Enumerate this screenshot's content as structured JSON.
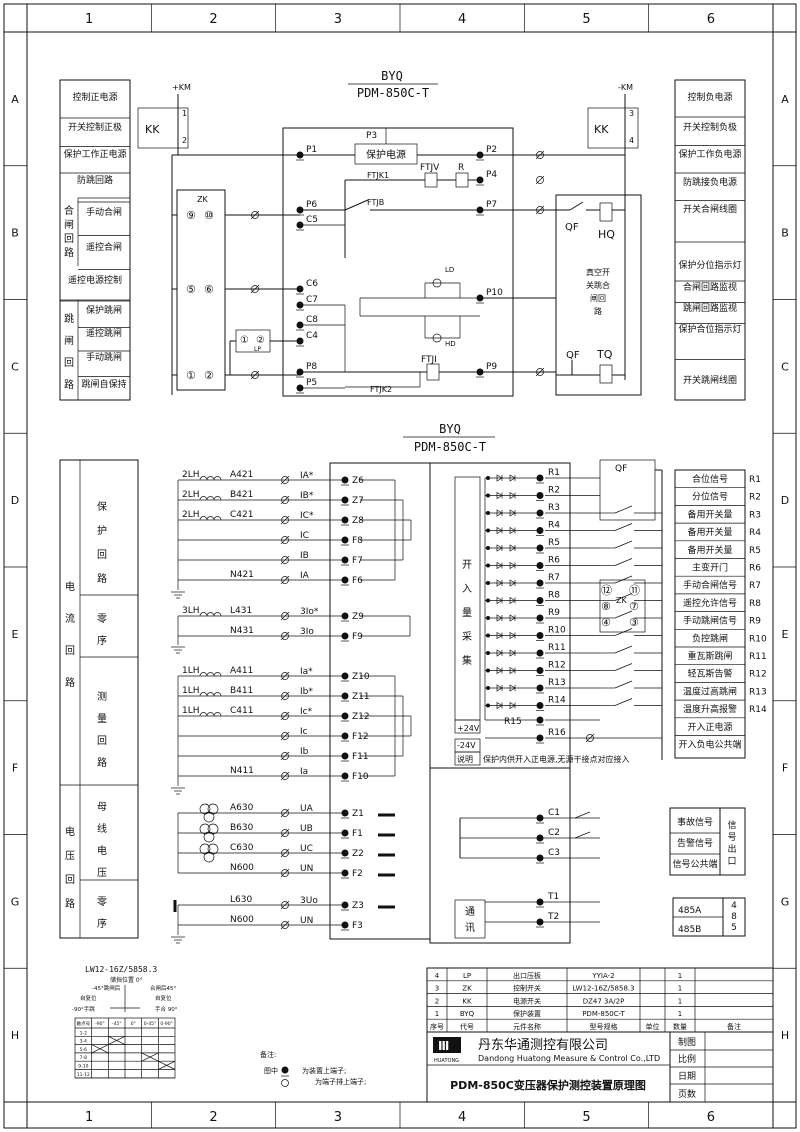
{
  "border": {
    "columns": [
      "1",
      "2",
      "3",
      "4",
      "5",
      "6"
    ],
    "rows": [
      "A",
      "B",
      "C",
      "D",
      "E",
      "F",
      "G",
      "H"
    ]
  },
  "dc": {
    "title": "BYQ",
    "model": "PDM-850C-T",
    "pos_label": "+KM",
    "neg_label": "-KM",
    "kk": "KK",
    "kk_pins_left": [
      "1",
      "2"
    ],
    "kk_pins_right": [
      "3",
      "4"
    ],
    "left_labels": [
      "控制正电源",
      "开关控制正极",
      "保护工作正电源",
      "防跳回路",
      "手动合闸",
      "遥控合闸",
      "遥控电源控制",
      "保护跳闸",
      "遥控跳闸",
      "手动跳闸",
      "跳闸自保持"
    ],
    "close_group": "合闸回路",
    "trip_group": "跳闸回路",
    "right_labels": [
      "控制负电源",
      "开关控制负极",
      "保护工作负电源",
      "防跳接负电源",
      "开关合闸线圈",
      "保护分位指示灯",
      "合闸回路监视",
      "跳闸回路监视",
      "保护合位指示灯",
      "开关跳闸线圈"
    ],
    "ports": [
      "P1",
      "P2",
      "P3",
      "P4",
      "P5",
      "P6",
      "P7",
      "P8",
      "P9",
      "P10",
      "C4",
      "C5",
      "C6",
      "C7",
      "C8"
    ],
    "power": "保护电源",
    "ftjv": "FTJV",
    "r": "R",
    "ftjk1": "FTJK1",
    "ftjb": "FTJB",
    "ftji": "FTJI",
    "ftjk2": "FTJK2",
    "zk": "ZK",
    "zk_contacts": [
      "⑨",
      "⑩",
      "⑤",
      "⑥",
      "①",
      "②"
    ],
    "lp": "LP",
    "lp_contacts": [
      "①",
      "②"
    ],
    "qf": "QF",
    "hq": "HQ",
    "tq": "TQ",
    "ld": "LD",
    "hd": "HD",
    "breaker_box": "真空开关跳合闸回路"
  },
  "ac": {
    "title": "BYQ",
    "model": "PDM-850C-T",
    "group_current": "电流回路",
    "group_voltage": "电压回路",
    "sub_protect": "保护回路",
    "sub_zero": "零序",
    "sub_measure": "测量回路",
    "sub_bus": "母线电压",
    "sub_zero_v": "零序",
    "ct_labels": [
      "2LH",
      "2LH",
      "2LH",
      "3LH",
      "1LH",
      "1LH",
      "1LH"
    ],
    "wires_protect": [
      "A421",
      "B421",
      "C421",
      "N421"
    ],
    "wires_zero": [
      "L431",
      "N431"
    ],
    "wires_measure": [
      "A411",
      "B411",
      "C411",
      "N411"
    ],
    "wires_bus": [
      "A630",
      "B630",
      "C630",
      "N600"
    ],
    "wires_zero_v": [
      "L630",
      "N600"
    ],
    "sig_protect": [
      "IA*",
      "IB*",
      "IC*",
      "IC",
      "IB",
      "IA"
    ],
    "sig_zero": [
      "3Io*",
      "3Io"
    ],
    "sig_measure": [
      "Ia*",
      "Ib*",
      "Ic*",
      "Ic",
      "Ib",
      "Ia"
    ],
    "sig_bus": [
      "UA",
      "UB",
      "UC",
      "UN"
    ],
    "sig_zero_v": [
      "3Uo",
      "UN"
    ],
    "term_protect": [
      "Z6",
      "Z7",
      "Z8",
      "F8",
      "F7",
      "F6"
    ],
    "term_zero": [
      "Z9",
      "F9"
    ],
    "term_measure": [
      "Z10",
      "Z11",
      "Z12",
      "F12",
      "F11",
      "F10"
    ],
    "term_bus": [
      "Z1",
      "F1",
      "Z2",
      "F2"
    ],
    "term_zero_v": [
      "Z3",
      "F3"
    ],
    "di_box": "开入量采集",
    "di_pos": "+24V",
    "di_neg": "-24V",
    "di_note_label": "说明",
    "di_note": "保护内供开入正电源,无源干接点对应接入",
    "di_terms": [
      "R1",
      "R2",
      "R3",
      "R4",
      "R5",
      "R6",
      "R7",
      "R8",
      "R9",
      "R10",
      "R11",
      "R12",
      "R13",
      "R14",
      "R15",
      "R16"
    ],
    "di_labels": [
      "合位信号",
      "分位信号",
      "备用开关量",
      "备用开关量",
      "备用开关量",
      "主变开门",
      "手动合闸信号",
      "遥控允许信号",
      "手动跳闸信号",
      "负控跳闸",
      "重瓦斯跳闸",
      "轻瓦斯告警",
      "温度过高跳闸",
      "温度升高报警",
      "开入正电源",
      "开入负电公共端"
    ],
    "di_right": [
      "R1",
      "R2",
      "R3",
      "R4",
      "R5",
      "R6",
      "R7",
      "R8",
      "R9",
      "R10",
      "R11",
      "R12",
      "R13",
      "R14"
    ],
    "qf": "QF",
    "zk": "ZK",
    "zk_contacts": [
      "⑫",
      "⑪",
      "⑧",
      "⑦",
      "④",
      "③"
    ],
    "sig_terms": [
      "C1",
      "C2",
      "C3"
    ],
    "sig_labels": [
      "事故信号",
      "告警信号",
      "信号公共端"
    ],
    "sig_group": "信号出口",
    "comm_label": "通讯",
    "comm_terms": [
      "T1",
      "T2"
    ],
    "rs485": [
      "485A",
      "485B"
    ],
    "rs485_group": "485"
  },
  "switch_table": {
    "title": "LW12-16Z/5858.3",
    "subtitle": "储挡位置 0°",
    "positions": [
      "-45°跳闸后",
      "合闸后45°",
      "自复位",
      "自复位",
      "-90°手跳",
      "手合 90°"
    ],
    "header": [
      "触点号",
      "-90°",
      "-45°",
      "0°",
      "0-45°",
      "0-90°"
    ],
    "rows": [
      "1-2",
      "3-4",
      "5-6",
      "7-8",
      "9-10",
      "11-12"
    ]
  },
  "notes": {
    "label": "备注:",
    "legend_label": "图中",
    "legend1": "为装置上端子;",
    "legend2": "为端子排上端子;"
  },
  "bom": {
    "header": [
      "序号",
      "代号",
      "元件名称",
      "型号规格",
      "单位",
      "数量",
      "备注"
    ],
    "rows": [
      [
        "4",
        "LP",
        "出口压板",
        "YYIA-2",
        "",
        "1",
        ""
      ],
      [
        "3",
        "ZK",
        "控制开关",
        "LW12-16Z/5858.3",
        "",
        "1",
        ""
      ],
      [
        "2",
        "KK",
        "电源开关",
        "DZ47 3A/2P",
        "",
        "1",
        ""
      ],
      [
        "1",
        "BYQ",
        "保护装置",
        "PDM-850C-T",
        "",
        "1",
        ""
      ]
    ]
  },
  "title_block": {
    "company_cn": "丹东华通测控有限公司",
    "company_en": "Dandong Huatong Measure & Control Co.,LTD",
    "brand": "HUATONG",
    "drawing_title": "PDM-850C变压器保护测控装置原理图",
    "fields": [
      "制图",
      "比例",
      "日期",
      "页数"
    ]
  }
}
